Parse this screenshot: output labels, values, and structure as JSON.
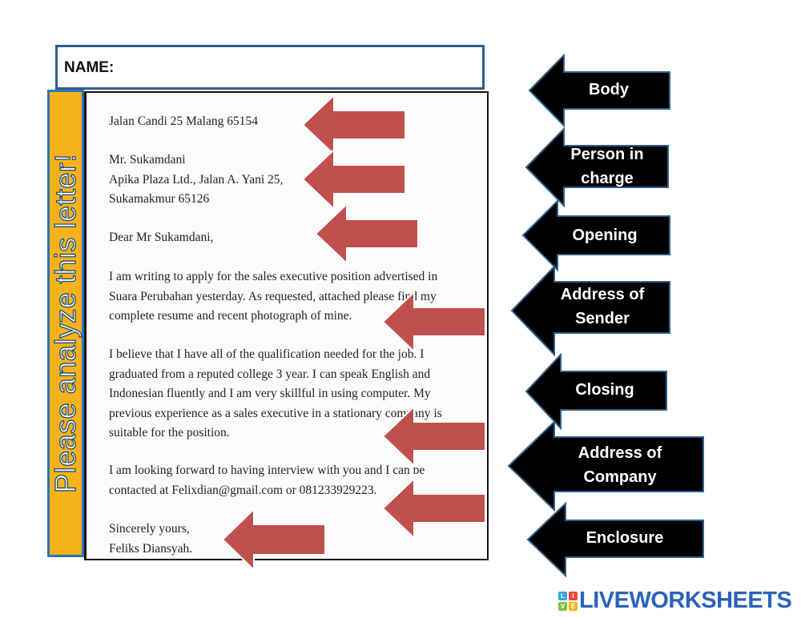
{
  "worksheet": {
    "name_label": "NAME:",
    "side_instruction": "Please analyze this letter!"
  },
  "letter": {
    "sender_address": "Jalan Candi 25 Malang 65154",
    "recipient": [
      "Mr. Sukamdani",
      "Apika Plaza Ltd., Jalan A. Yani 25,",
      "Sukamakmur 65126"
    ],
    "salutation": "Dear Mr Sukamdani,",
    "paragraph_1": [
      "I am writing to apply for the sales executive position advertised in",
      "Suara Perubahan yesterday. As requested, attached please find my",
      "complete resume and recent photograph of mine."
    ],
    "paragraph_2": [
      "I believe that I have all of the qualification needed for the job. I",
      "graduated from a reputed college 3 year. I can speak English and",
      "Indonesian fluently and I am very skillful in using computer. My",
      "previous experience as a sales executive in a stationary company is",
      "suitable for the position."
    ],
    "paragraph_3": [
      "I am looking forward to having interview with you and I can be",
      "contacted at Felixdian@gmail.com or 081233929223."
    ],
    "closing": [
      "Sincerely yours,",
      "Feliks Diansyah."
    ]
  },
  "labels": [
    {
      "id": "body",
      "text": "Body"
    },
    {
      "id": "person-in-charge",
      "text": "Person in charge"
    },
    {
      "id": "opening",
      "text": "Opening"
    },
    {
      "id": "address-of-sender",
      "text": "Address of Sender"
    },
    {
      "id": "closing",
      "text": "Closing"
    },
    {
      "id": "address-of-company",
      "text": "Address of Company"
    },
    {
      "id": "enclosure",
      "text": "Enclosure"
    }
  ],
  "branding": {
    "logo_text": "LIVEWORKSHEETS",
    "logo_blocks": [
      "L",
      "I",
      "V",
      "E"
    ]
  },
  "colors": {
    "red_arrow": "#c0504d",
    "label_fill": "#000000",
    "label_border": "#2e5f8a",
    "side_strip": "#f6b21a",
    "side_border": "#2e73b5",
    "logo_blue": "#2b63b8"
  }
}
